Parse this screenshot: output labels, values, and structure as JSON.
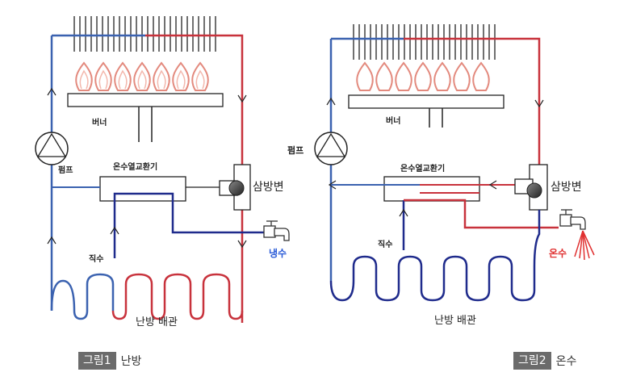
{
  "colors": {
    "hot": "#c8323c",
    "cold": "#3b62b0",
    "dark_blue": "#1f2b8c",
    "line": "#222222"
  },
  "figure1": {
    "burner_label": "버너",
    "pump_label": "펌프",
    "exchanger_label": "온수열교환기",
    "valve_label": "삼방변",
    "direct_label": "직수",
    "tap_label": "냉수",
    "floor_label": "난방 배관",
    "caption_tag": "그림1",
    "caption_text": "난방"
  },
  "figure2": {
    "burner_label": "버너",
    "pump_label": "펌프",
    "exchanger_label": "온수열교환기",
    "valve_label": "삼방변",
    "direct_label": "직수",
    "tap_label": "온수",
    "floor_label": "난방 배관",
    "caption_tag": "그림2",
    "caption_text": "온수"
  }
}
